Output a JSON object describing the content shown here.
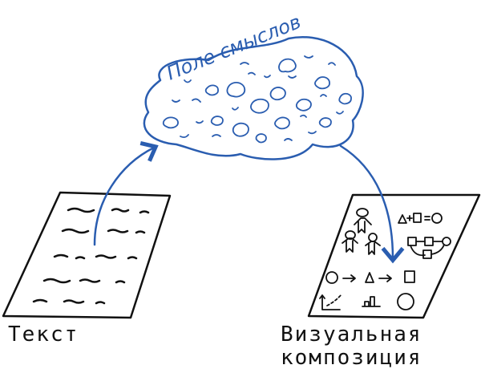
{
  "cloud": {
    "title": "Поле смыслов"
  },
  "left_sheet": {
    "label": "Текст"
  },
  "right_sheet": {
    "label_line1": "Визуальная",
    "label_line2": "композиция"
  },
  "colors": {
    "ink": "#111111",
    "accent": "#2a5db0"
  }
}
